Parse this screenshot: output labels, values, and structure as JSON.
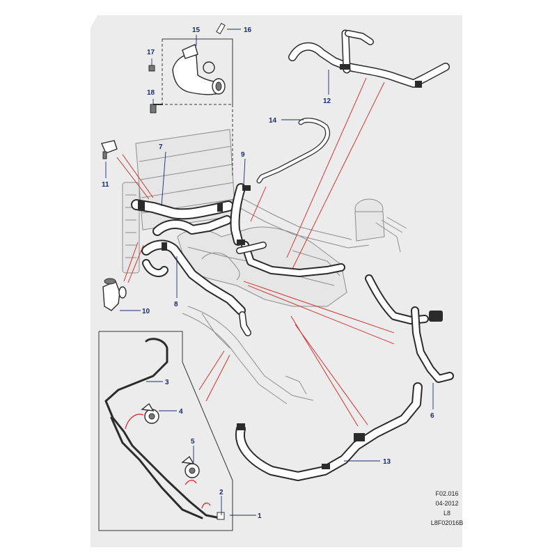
{
  "diagram": {
    "callouts": [
      {
        "id": "c1",
        "label": "1"
      },
      {
        "id": "c2",
        "label": "2"
      },
      {
        "id": "c3",
        "label": "3"
      },
      {
        "id": "c4",
        "label": "4"
      },
      {
        "id": "c5",
        "label": "5"
      },
      {
        "id": "c6",
        "label": "6"
      },
      {
        "id": "c7",
        "label": "7"
      },
      {
        "id": "c8",
        "label": "8"
      },
      {
        "id": "c9",
        "label": "9"
      },
      {
        "id": "c10",
        "label": "10"
      },
      {
        "id": "c11",
        "label": "11"
      },
      {
        "id": "c12",
        "label": "12"
      },
      {
        "id": "c13",
        "label": "13"
      },
      {
        "id": "c14",
        "label": "14"
      },
      {
        "id": "c15",
        "label": "15"
      },
      {
        "id": "c16",
        "label": "16"
      },
      {
        "id": "c17",
        "label": "17"
      },
      {
        "id": "c18",
        "label": "18"
      }
    ],
    "codes": {
      "figure": "F02.016",
      "date": "04-2012",
      "model": "L8",
      "illustration": "L8F02016B"
    },
    "colors": {
      "panel": "#ececec",
      "callout": "#1a2a6c",
      "reference_line": "#d42020",
      "line_art": "#2b2b2b"
    }
  }
}
